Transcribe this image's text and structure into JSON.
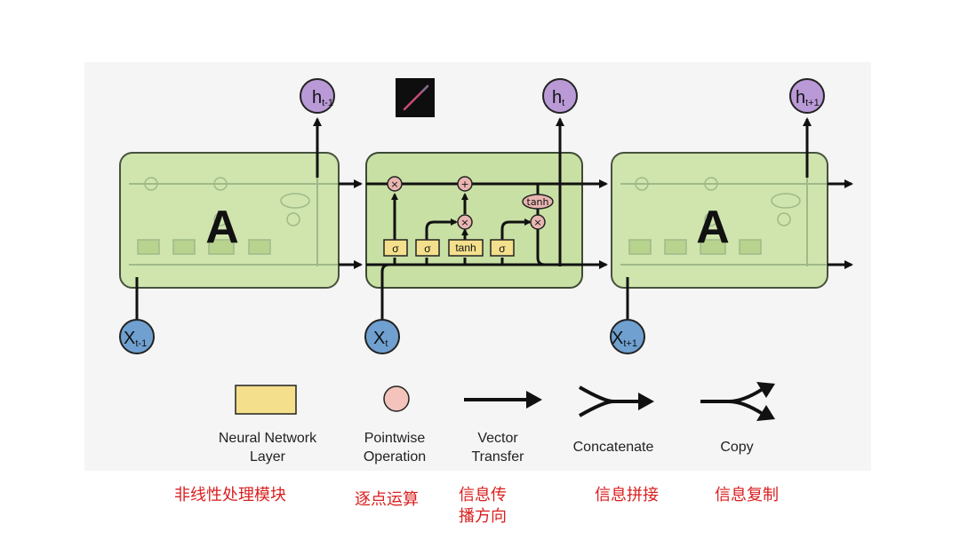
{
  "cells": {
    "left_label": "A",
    "right_label": "A"
  },
  "nodes": {
    "h_prev": {
      "main": "h",
      "sub": "t-1"
    },
    "h_curr": {
      "main": "h",
      "sub": "t"
    },
    "h_next": {
      "main": "h",
      "sub": "t+1"
    },
    "x_prev": {
      "main": "X",
      "sub": "t-1"
    },
    "x_curr": {
      "main": "X",
      "sub": "t"
    },
    "x_next": {
      "main": "X",
      "sub": "t+1"
    }
  },
  "gates": {
    "forget": "σ",
    "input": "σ",
    "candidate": "tanh",
    "output": "σ",
    "cell_tanh": "tanh"
  },
  "ops": {
    "multiply": "×",
    "add": "+"
  },
  "legend": {
    "nn_layer": [
      "Neural Network",
      "Layer"
    ],
    "pointwise": [
      "Pointwise",
      "Operation"
    ],
    "vector": [
      "Vector",
      "Transfer"
    ],
    "concat": "Concatenate",
    "copy": "Copy"
  },
  "cn_labels": {
    "nn_layer": "非线性处理模块",
    "pointwise": "逐点运算",
    "vector_line1": "信息传",
    "vector_line2": "播方向",
    "concat": "信息拼接",
    "copy": "信息复制"
  },
  "colors": {
    "cell_fill": "#c8e0a4",
    "gate_fill": "#f4e08c",
    "h_node": "#b99ad6",
    "x_node": "#6fa0d0",
    "annotation_red": "#d91f1f"
  },
  "icons": {
    "pencil": "pencil-icon"
  }
}
